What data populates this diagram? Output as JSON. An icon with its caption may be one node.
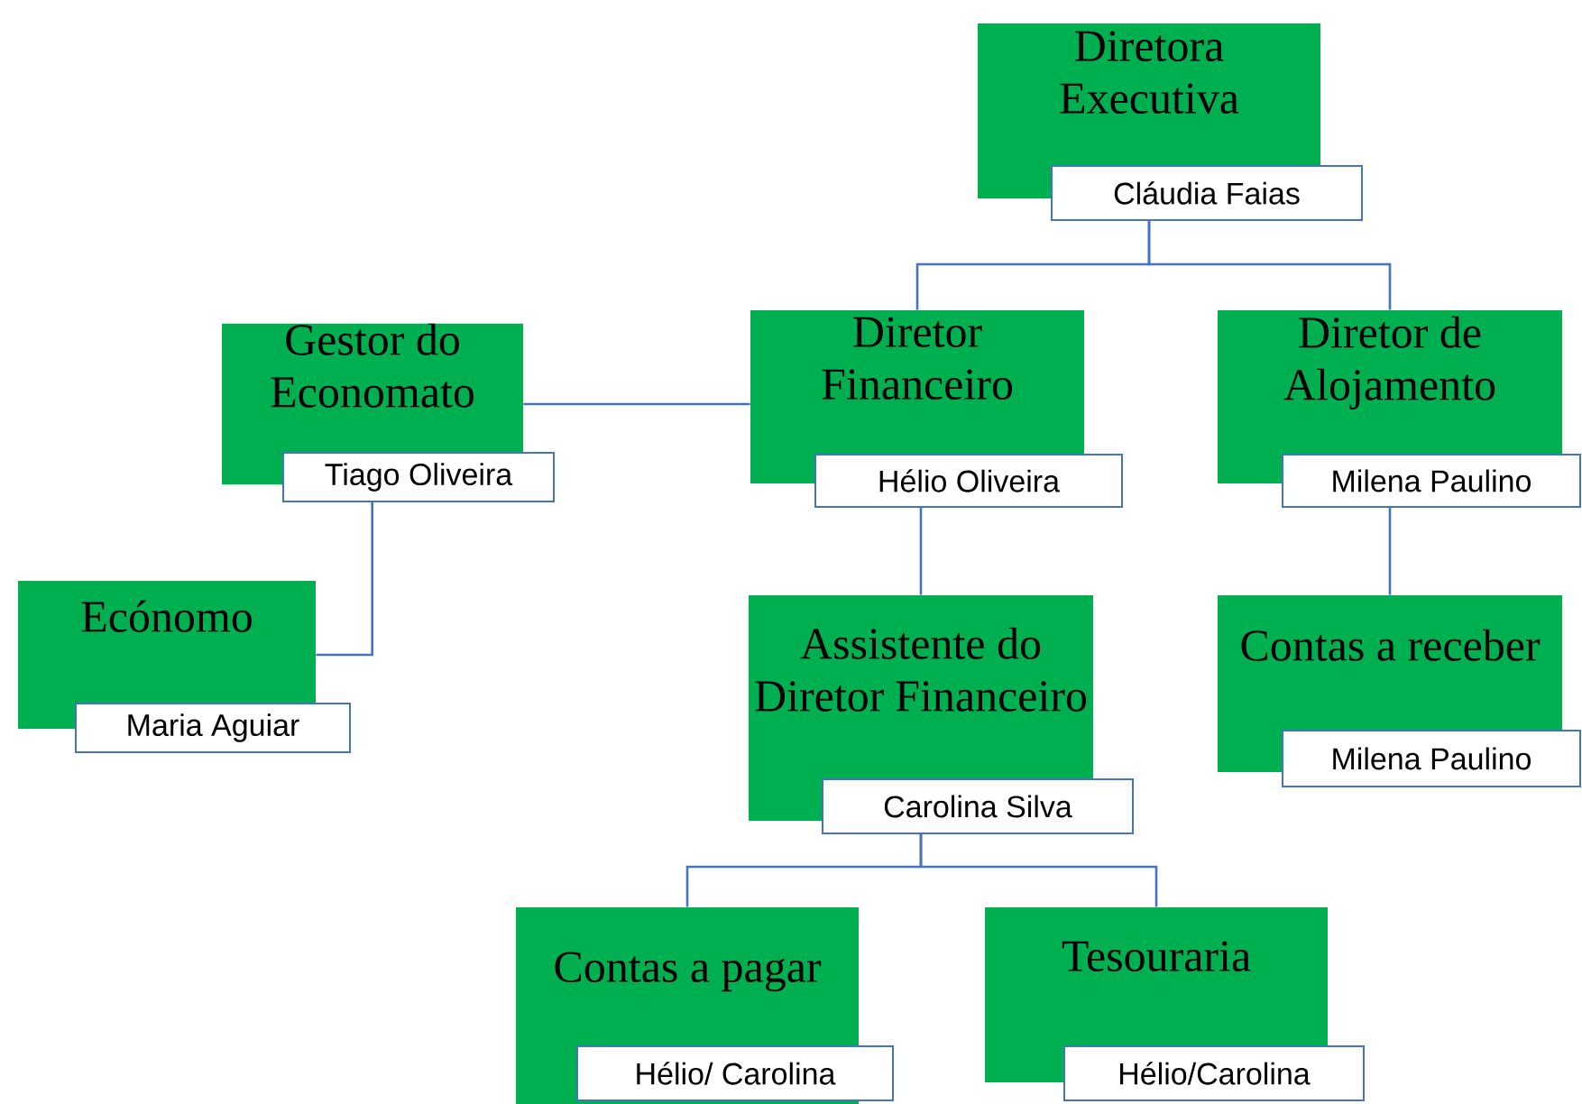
{
  "diagram": {
    "nodes": [
      {
        "text": [
          "Diretora Executiva",
          "Cláudia Faias"
        ]
      },
      {
        "text": [
          "Gestor do Economato",
          "Tiago Oliveira"
        ]
      },
      {
        "text": [
          "Diretor Financeiro",
          "Hélio Oliveira"
        ]
      },
      {
        "text": [
          "Diretor de Alojamento",
          "Milena Paulino"
        ]
      },
      {
        "text": [
          "Ecónomo",
          "Maria Aguiar"
        ]
      },
      {
        "text": [
          "Assistente do Diretor Financeiro",
          "Carolina Silva"
        ]
      },
      {
        "text": [
          "Contas a receber",
          "Milena Paulino"
        ]
      },
      {
        "text": [
          "Contas a pagar",
          "Hélio/ Carolina"
        ]
      },
      {
        "text": [
          "Tesouraria",
          "Hélio/Carolina"
        ]
      }
    ],
    "edges": [
      {
        "from": 0,
        "to": 2,
        "arrow": "none"
      },
      {
        "from": 0,
        "to": 3,
        "arrow": "none"
      },
      {
        "from": 1,
        "to": 2,
        "arrow": "none"
      },
      {
        "from": 1,
        "to": 4,
        "arrow": "none"
      },
      {
        "from": 2,
        "to": 5,
        "arrow": "none"
      },
      {
        "from": 3,
        "to": 6,
        "arrow": "none"
      },
      {
        "from": 5,
        "to": 7,
        "arrow": "none"
      },
      {
        "from": 5,
        "to": 8,
        "arrow": "none"
      }
    ]
  }
}
